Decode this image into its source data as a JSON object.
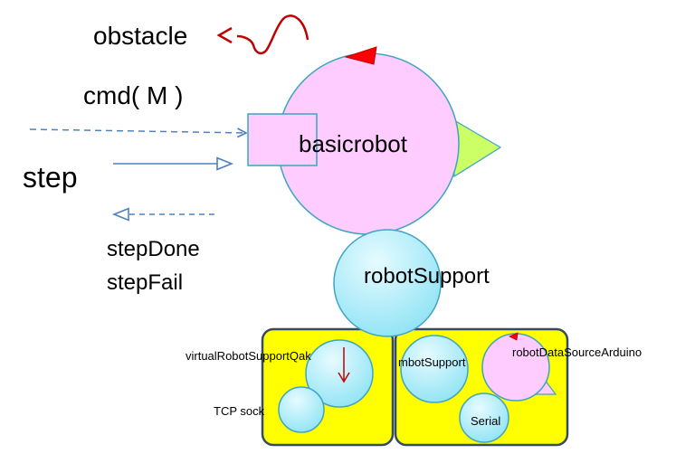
{
  "labels": {
    "obstacle": "obstacle",
    "cmd": "cmd( M )",
    "step": "step",
    "step_done": "stepDone",
    "step_fail": "stepFail",
    "basicrobot": "basicrobot",
    "robot_support": "robotSupport",
    "virtual_robot_support_qak": "virtualRobotSupportQak",
    "tcp_sock": "TCP sock",
    "mbot_support": "mbotSupport",
    "robot_data_source_arduino": "robotDataSourceArduino",
    "serial": "Serial"
  },
  "colors": {
    "pink_fill": "#ffccff",
    "cyan_light": "#e6fbff",
    "cyan_dark": "#8fe3f5",
    "cyan_stroke": "#3fa4c4",
    "yellow_box": "#ffff00",
    "box_stroke": "#344b63",
    "arrow_blue": "#4f81bd",
    "red_marker": "#ff0000",
    "green_port": "#ccff66",
    "dark_red_stroke": "#c00000"
  }
}
